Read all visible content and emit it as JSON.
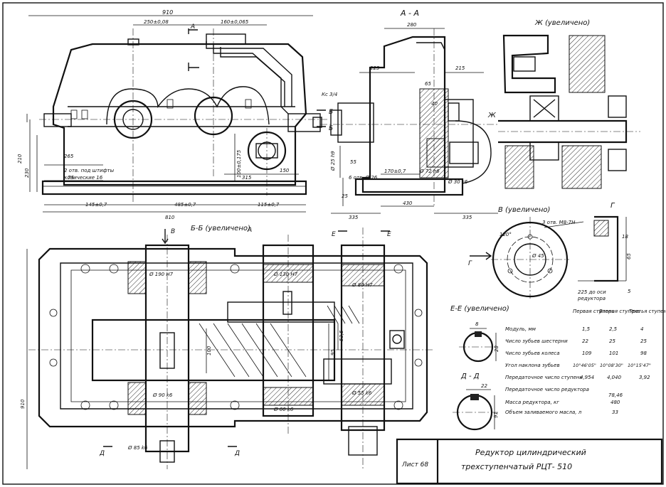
{
  "views": {
    "section_aa_title": "А - А",
    "view_zh_title": "Ж (увеличено)",
    "view_v_title": "В (увеличено)",
    "view_g_title": "Г",
    "section_bb_title": "Б-Б (увеличено)",
    "section_ee_title": "Е-Е (увеличено)",
    "section_dd_title": "Д - Д"
  },
  "markers": {
    "A": "А",
    "B": "Б",
    "V": "В",
    "G": "Г",
    "E": "Е",
    "D": "Д",
    "Zh": "Ж"
  },
  "dimensions": {
    "front": [
      "910",
      "250±0,08",
      "160±0,065",
      "Кс 3/4",
      "210",
      "265",
      "2 отв. под штифты",
      "конические 16",
      "145±0,7",
      "485±0,7",
      "810",
      "115±0,7",
      "100±0,175",
      "315",
      "150",
      "75",
      "230"
    ],
    "aa": [
      "280",
      "223",
      "215",
      "65",
      "40",
      "55",
      "Ø 25 h9",
      "170±0,7",
      "Ø 72 h6",
      "Ø 30 k6",
      "6 отв. Ø 26",
      "25",
      "335",
      "430",
      "335"
    ],
    "bb": [
      "Ø 190 H7",
      "Ø 130 H7",
      "Ø 80 H7",
      "Ø 90 k6",
      "Ø 60 k6",
      "Ø 55 k6",
      "Ø 85 k6",
      "100",
      "95",
      "53,5",
      "910"
    ],
    "v_view": [
      "3 отв. М8-7Н",
      "120°",
      "Ø 45",
      "225 до оси",
      "редуктора",
      "18",
      "65",
      "5"
    ],
    "ee": [
      "8",
      "28"
    ],
    "dd": [
      "22",
      "91"
    ]
  },
  "spec_table": {
    "headers": [
      "Первая ступень",
      "Вторая ступень",
      "Третья ступень"
    ],
    "rows": [
      {
        "label": "Модуль, мм",
        "values": [
          "1,5",
          "2,5",
          "4"
        ]
      },
      {
        "label": "Число зубьев шестерни",
        "values": [
          "22",
          "25",
          "25"
        ]
      },
      {
        "label": "Число зубьев колеса",
        "values": [
          "109",
          "101",
          "98"
        ]
      },
      {
        "label": "Угол наклона зубьев",
        "values": [
          "10°46'05\"",
          "10°08'30\"",
          "10°15'47\""
        ]
      },
      {
        "label": "Передаточное число ступени",
        "values": [
          "4,954",
          "4,040",
          "3,92"
        ]
      },
      {
        "label": "Передаточное число редуктора",
        "values": [
          "78,46"
        ]
      },
      {
        "label": "Масса редуктора, кг",
        "values": [
          "480"
        ]
      },
      {
        "label": "Объем заливаемого масла, л",
        "values": [
          "33"
        ]
      }
    ]
  },
  "title_block": {
    "sheet": "Лист 68",
    "title_line1": "Редуктор цилиндрический",
    "title_line2": "трехступенчатый  РЦТ- 510"
  }
}
